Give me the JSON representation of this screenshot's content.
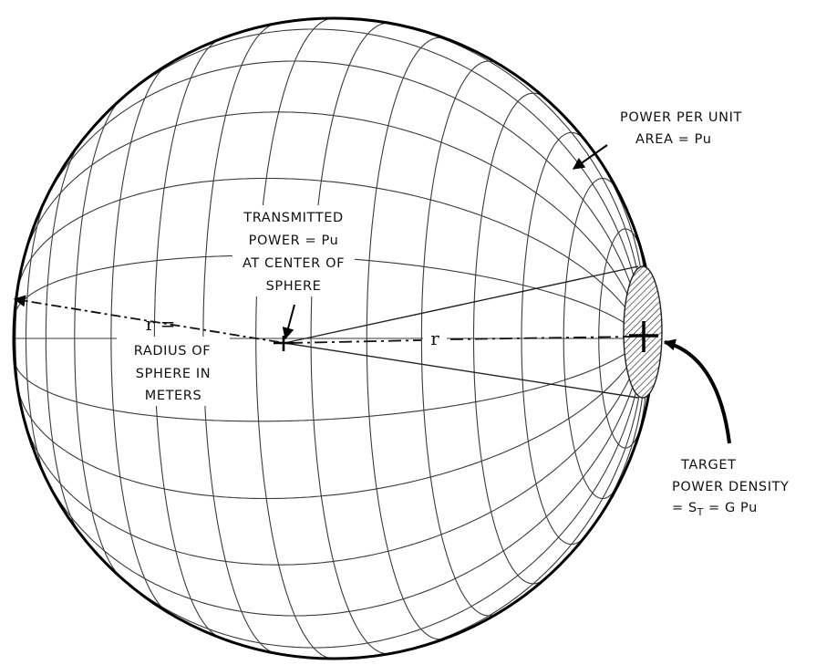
{
  "diagram": {
    "power_per_unit": [
      "POWER PER UNIT",
      "AREA = Pu"
    ],
    "transmitted": [
      "TRANSMITTED",
      "POWER = Pu",
      "AT CENTER OF",
      "SPHERE"
    ],
    "radius": [
      "r =",
      "RADIUS OF",
      "SPHERE IN",
      "METERS"
    ],
    "radius_symbol": "r",
    "target": {
      "line1": "TARGET",
      "line2": "POWER DENSITY",
      "line3_prefix": "= S",
      "line3_sub": "T",
      "line3_suffix": " = G Pu"
    }
  }
}
